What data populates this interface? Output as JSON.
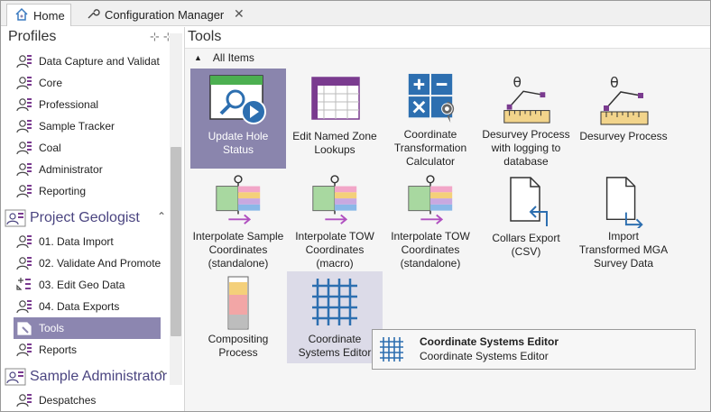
{
  "tabs": [
    {
      "label": "Home"
    },
    {
      "label": "Configuration Manager"
    }
  ],
  "left": {
    "header": "Profiles",
    "items_top": [
      "Data Capture and Validat",
      "Core",
      "Professional",
      "Sample Tracker",
      "Coal",
      "Administrator",
      "Reporting"
    ],
    "group1": "Project Geologist",
    "items_g1": [
      "01. Data Import",
      "02. Validate And Promote",
      "03. Edit Geo Data",
      "04. Data Exports",
      "Tools",
      "Reports"
    ],
    "group2": "Sample Administrator",
    "items_g2": [
      "Despatches"
    ]
  },
  "right": {
    "title": "Tools",
    "section": "All Items",
    "tools": [
      {
        "label": "Update Hole Status"
      },
      {
        "label": "Edit Named Zone Lookups"
      },
      {
        "label": "Coordinate Transformation Calculator"
      },
      {
        "label": "Desurvey Process with logging to database"
      },
      {
        "label": "Desurvey Process"
      },
      {
        "label": "Interpolate Sample Coordinates (standalone)"
      },
      {
        "label": "Interpolate TOW Coordinates (macro)"
      },
      {
        "label": "Interpolate TOW Coordinates (standalone)"
      },
      {
        "label": "Collars Export (CSV)"
      },
      {
        "label": "Import Transformed MGA Survey Data"
      },
      {
        "label": "Compositing Process"
      },
      {
        "label": "Coordinate Systems Editor"
      }
    ]
  },
  "tooltip": {
    "title": "Coordinate Systems Editor",
    "desc": "Coordinate Systems Editor"
  },
  "colors": {
    "accent": "#8c86b0",
    "selected_tool": "#8a85ad",
    "hover_tool": "#dcdbe8"
  }
}
